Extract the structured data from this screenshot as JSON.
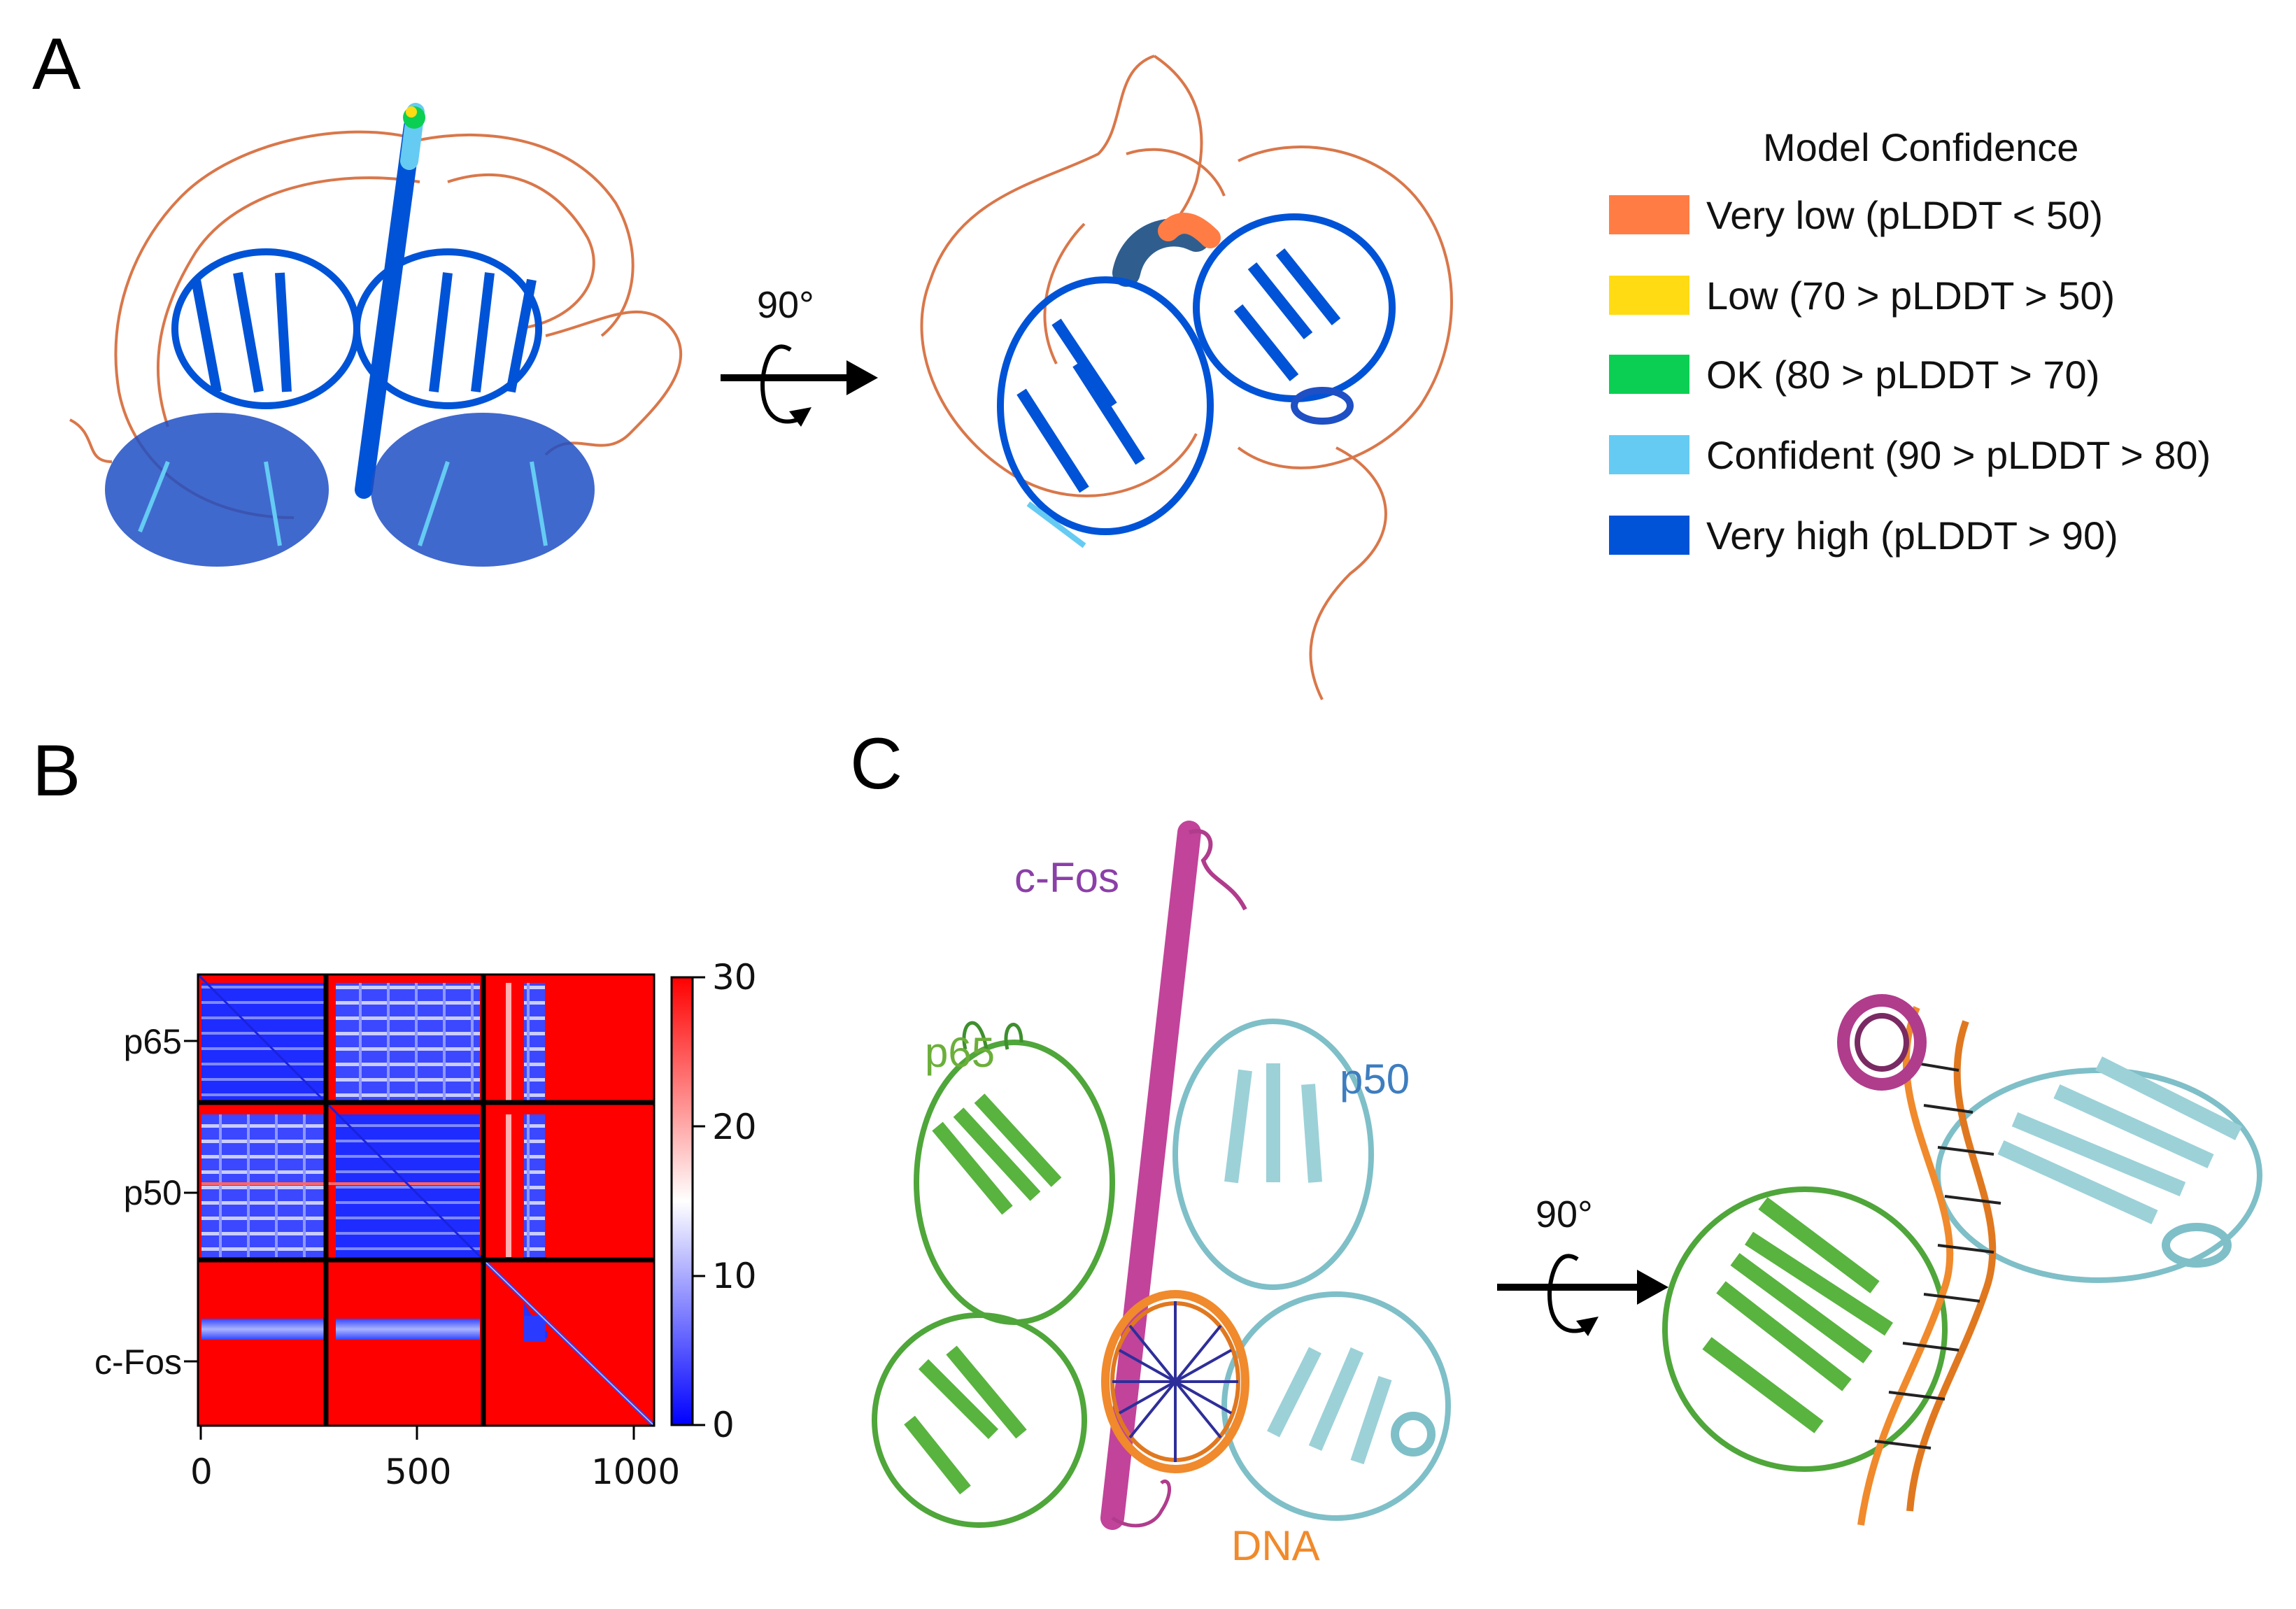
{
  "panels": {
    "A": {
      "label": "A",
      "rotation_label": "90°",
      "legend": {
        "title": "Model Confidence",
        "items": [
          {
            "label": "Very low (pLDDT < 50)",
            "color": "#FF7D45"
          },
          {
            "label": "Low (70 > pLDDT > 50)",
            "color": "#FFDB13"
          },
          {
            "label": "OK (80 > pLDDT > 70)",
            "color": "#0BCF52"
          },
          {
            "label": "Confident (90 > pLDDT > 80)",
            "color": "#65CBF3"
          },
          {
            "label": "Very high (pLDDT > 90)",
            "color": "#0053D6"
          }
        ]
      }
    },
    "B": {
      "label": "B",
      "y_labels": [
        "p65",
        "p50",
        "c-Fos"
      ],
      "x_ticks": [
        "0",
        "500",
        "1000"
      ],
      "colorbar_ticks": [
        "30",
        "20",
        "10",
        "0"
      ]
    },
    "C": {
      "label": "C",
      "rotation_label": "90°",
      "labels": {
        "cfos": {
          "text": "c-Fos",
          "color": "#8B3FA8"
        },
        "p65": {
          "text": "p65",
          "color": "#6BAF3A"
        },
        "p50": {
          "text": "p50",
          "color": "#3E7DBF"
        },
        "dna": {
          "text": "DNA",
          "color": "#F08A2C"
        }
      }
    }
  },
  "chart_data": {
    "type": "heatmap",
    "title": "Predicted aligned error (PAE)",
    "xlabel": "",
    "ylabel": "",
    "x_ticks": [
      0,
      500,
      1000
    ],
    "xlim": [
      0,
      1025
    ],
    "ylim": [
      0,
      1025
    ],
    "y_tick_labels": [
      "p65",
      "p50",
      "c-Fos"
    ],
    "chain_boundaries": [
      290,
      645
    ],
    "chains": [
      {
        "name": "p65",
        "start": 0,
        "end": 290
      },
      {
        "name": "p50",
        "start": 290,
        "end": 645
      },
      {
        "name": "c-Fos",
        "start": 645,
        "end": 1025
      }
    ],
    "colorbar": {
      "min": 0,
      "max": 30,
      "ticks": [
        0,
        10,
        20,
        30
      ],
      "colormap": "bwr"
    },
    "block_summary": [
      {
        "row": "p65",
        "col": "p65",
        "pae": "low (~2-8)"
      },
      {
        "row": "p65",
        "col": "p50",
        "pae": "low-moderate (~5-12)"
      },
      {
        "row": "p65",
        "col": "c-Fos",
        "pae": "high (30) except c-Fos helix region ~775-870 (~5-12)"
      },
      {
        "row": "p50",
        "col": "p65",
        "pae": "low-moderate (~5-12)"
      },
      {
        "row": "p50",
        "col": "p50",
        "pae": "low (~2-8)"
      },
      {
        "row": "p50",
        "col": "c-Fos",
        "pae": "high (30) except c-Fos helix region ~775-870 (~5-12)"
      },
      {
        "row": "c-Fos",
        "col": "p65",
        "pae": "high (30) except band rows ~775-870 (~5-12)"
      },
      {
        "row": "c-Fos",
        "col": "p50",
        "pae": "high (30) except band rows ~775-870 (~5-12)"
      },
      {
        "row": "c-Fos",
        "col": "c-Fos",
        "pae": "high (30) off-diagonal; low along diagonal and helix block ~775-870"
      }
    ],
    "grid": false
  }
}
